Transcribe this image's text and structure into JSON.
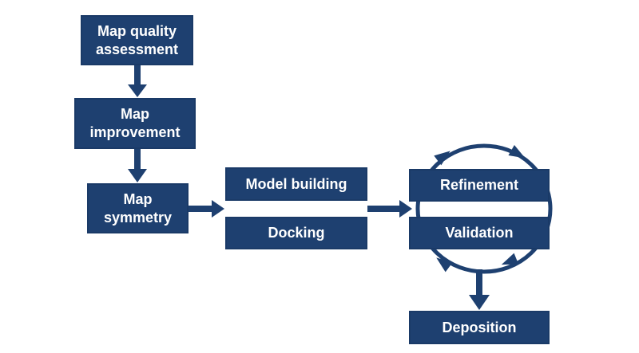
{
  "colors": {
    "node_fill": "#1e4070",
    "node_border": "#1a3a67",
    "arrow": "#1e4070",
    "text": "#ffffff",
    "background": "#ffffff"
  },
  "flowchart": {
    "nodes": {
      "map_quality_assessment": {
        "lines": [
          "Map quality",
          "assessment"
        ]
      },
      "map_improvement": {
        "lines": [
          "Map",
          "improvement"
        ]
      },
      "map_symmetry": {
        "lines": [
          "Map",
          "symmetry"
        ]
      },
      "model_building": {
        "label": "Model building"
      },
      "docking": {
        "label": "Docking"
      },
      "refinement": {
        "label": "Refinement"
      },
      "validation": {
        "label": "Validation"
      },
      "deposition": {
        "label": "Deposition"
      }
    },
    "connections": [
      {
        "from": "map_quality_assessment",
        "to": "map_improvement",
        "type": "arrow-down"
      },
      {
        "from": "map_improvement",
        "to": "map_symmetry",
        "type": "arrow-down"
      },
      {
        "from": "map_symmetry",
        "to": "model_building / docking",
        "type": "arrow-right"
      },
      {
        "from": "model_building / docking",
        "to": "refinement / validation",
        "type": "arrow-right"
      },
      {
        "from": "refinement",
        "to": "validation",
        "type": "cycle-clockwise"
      },
      {
        "from": "refinement / validation cycle",
        "to": "deposition",
        "type": "arrow-down"
      }
    ]
  }
}
